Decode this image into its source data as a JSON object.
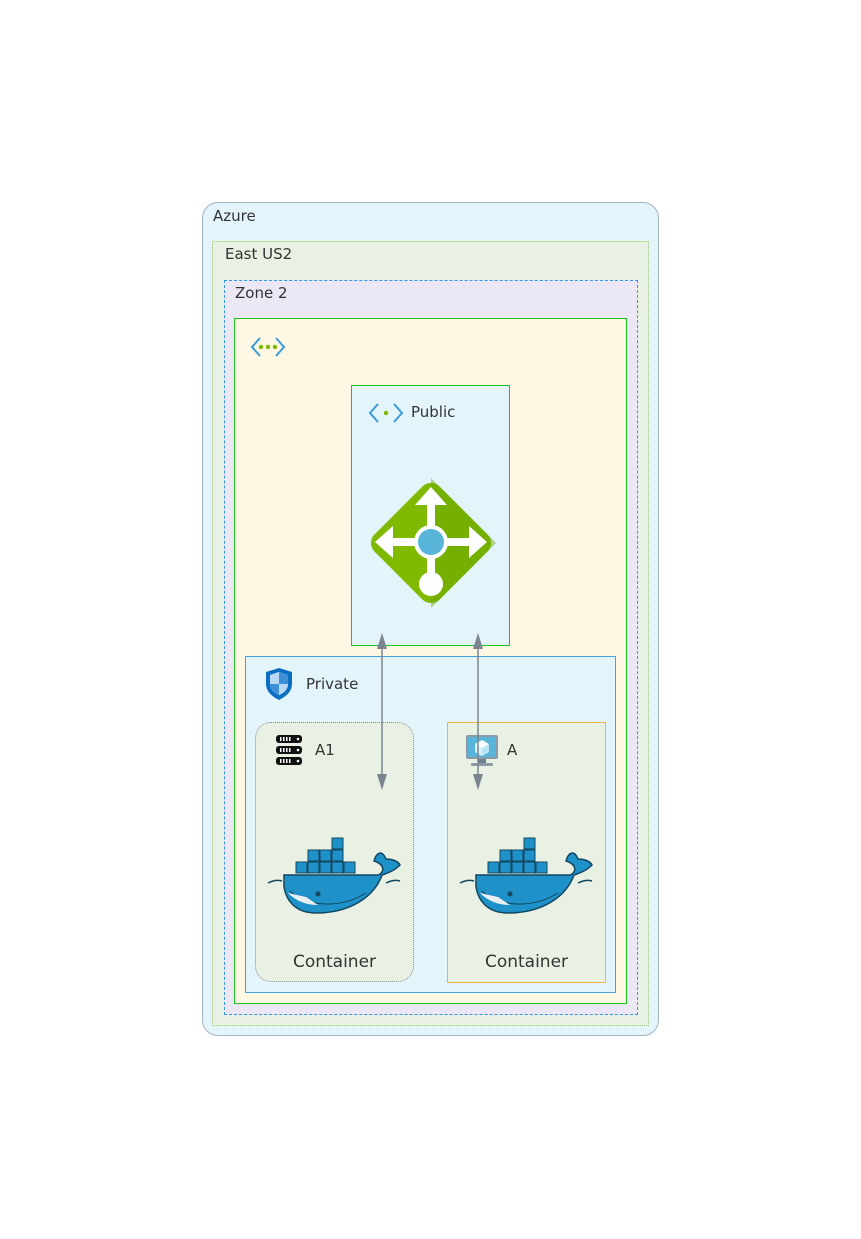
{
  "diagram": {
    "cloud": {
      "label": "Azure"
    },
    "region": {
      "label": "East US2"
    },
    "zone": {
      "label": "Zone 2"
    },
    "vnet": {
      "label": "",
      "icon": "vnet-icon"
    },
    "public_subnet": {
      "label": "Public",
      "icon": "subnet-icon",
      "service_icon": "load-balancer-icon"
    },
    "private_subnet": {
      "label": "Private",
      "icon": "network-security-group-icon"
    },
    "groups": [
      {
        "label": "A1",
        "icon": "server-rack-icon",
        "container_label": "Container",
        "container_icon": "docker-icon"
      },
      {
        "label": "A",
        "icon": "virtual-machine-icon",
        "container_label": "Container",
        "container_icon": "docker-icon"
      }
    ],
    "connections": [
      {
        "from": "Public",
        "to": "A1",
        "direction": "both"
      },
      {
        "from": "Public",
        "to": "A",
        "direction": "both"
      }
    ],
    "colors": {
      "azure_fill": "#e3f4fb",
      "azure_border": "#a3b4c4",
      "region_fill": "#e9f1e4",
      "region_border": "#9dc57a",
      "zone_fill": "#ece7f5",
      "zone_border": "#3399e6",
      "vnet_fill": "#fdf7e4",
      "vnet_border": "#1ec31e",
      "subnet_fill": "#e3f4fb",
      "private_border": "#4aa0d8",
      "group_fill": "#e9f1e4",
      "a_border": "#f1b14b",
      "arrow": "#7c858f",
      "lb_green": "#7fba00",
      "docker_blue": "#1d91c8"
    }
  }
}
